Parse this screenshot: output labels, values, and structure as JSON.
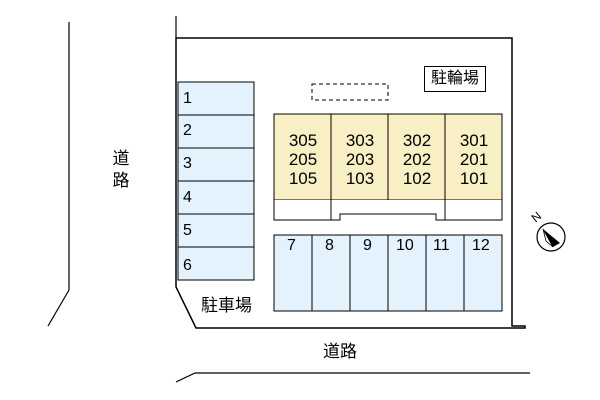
{
  "roads": {
    "left_label": "道路",
    "bottom_label": "道路"
  },
  "bicycle_parking": {
    "label": "駐輪場"
  },
  "parking": {
    "label": "駐車場",
    "left_slots": [
      "1",
      "2",
      "3",
      "4",
      "5",
      "6"
    ],
    "bottom_slots": [
      "7",
      "8",
      "9",
      "10",
      "11",
      "12"
    ]
  },
  "building": {
    "columns": [
      {
        "units": [
          "305",
          "205",
          "105"
        ]
      },
      {
        "units": [
          "303",
          "203",
          "103"
        ]
      },
      {
        "units": [
          "302",
          "202",
          "102"
        ]
      },
      {
        "units": [
          "301",
          "201",
          "101"
        ]
      }
    ]
  },
  "compass": {
    "label": "N",
    "icon": "compass-north-arrow-icon"
  },
  "colors": {
    "parking_fill": "#e3f2fc",
    "building_fill": "#f8efc4",
    "lot_fill": "#ffffff",
    "line": "#000000"
  }
}
